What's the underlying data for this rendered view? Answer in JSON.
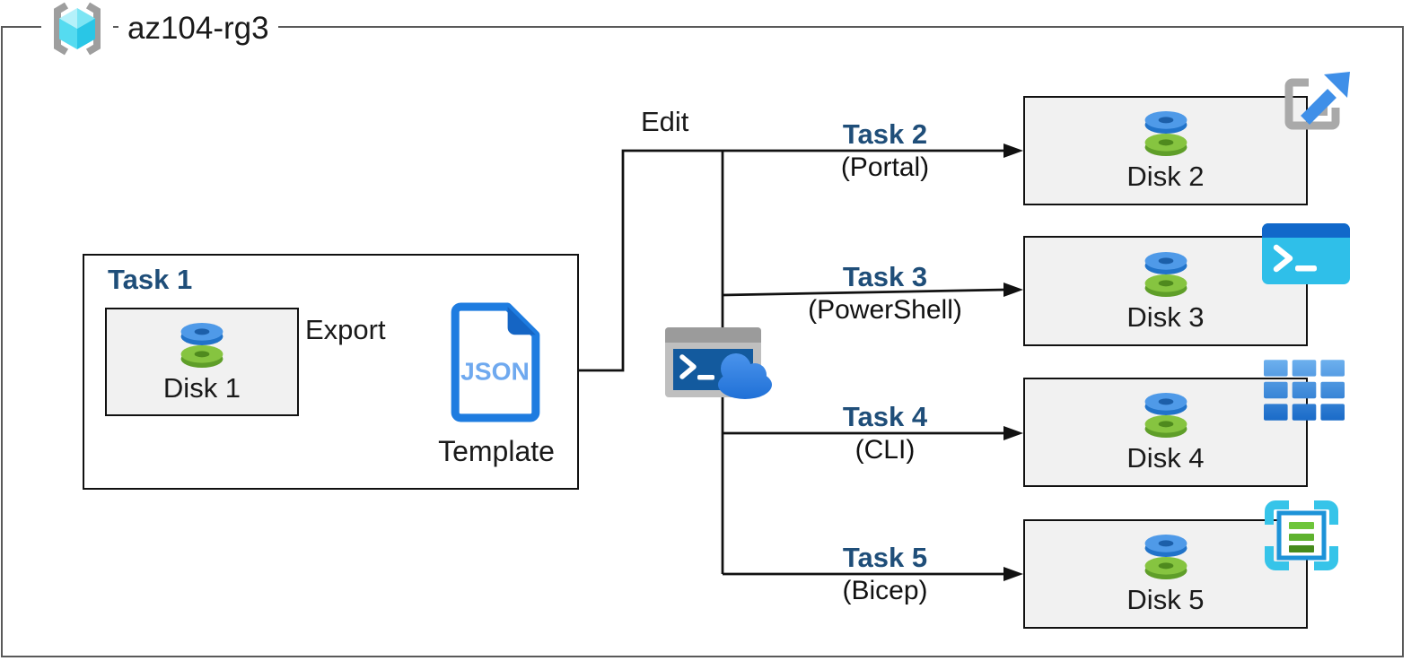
{
  "resource_group": {
    "name": "az104-rg3"
  },
  "task1": {
    "title": "Task 1",
    "disk_label": "Disk 1",
    "export_label": "Export",
    "template": {
      "file_type": "JSON",
      "label": "Template"
    }
  },
  "edit_label": "Edit",
  "tasks": [
    {
      "title": "Task 2",
      "method": "(Portal)",
      "disk_label": "Disk 2"
    },
    {
      "title": "Task 3",
      "method": "(PowerShell)",
      "disk_label": "Disk 3"
    },
    {
      "title": "Task 4",
      "method": "(CLI)",
      "disk_label": "Disk 4"
    },
    {
      "title": "Task 5",
      "method": "(Bicep)",
      "disk_label": "Disk 5"
    }
  ],
  "icons": {
    "resource-group-icon": "gray braces around cyan cube",
    "managed-disk-icon": "blue disk stacked over green disk",
    "json-file-icon": "blue outlined document with folded corner",
    "cloud-shell-icon": "gray terminal window with blue cloud",
    "azure-portal-icon": "gray open square with blue diagonal arrow",
    "powershell-icon": "cyan terminal window with dark blue title bar",
    "cli-icon": "3x3 grid of blue tiles",
    "bicep-icon": "cyan corner brackets around white sheet with green bars"
  },
  "colors": {
    "task_title": "#1F4E79",
    "outer_border": "#595959",
    "box_border": "#111111",
    "box_fill": "#f1f1f1",
    "disk_blue": "#4f9ae8",
    "disk_green": "#86c440",
    "json_blue": "#1e7ce0",
    "json_text": "#6fa9ef",
    "powershell_cyan": "#2fbfe9",
    "powershell_header": "#1168ca",
    "cli_blue": "#2e7fd6",
    "bicep_cyan": "#36c4e9",
    "portal_arrow": "#3f8fe8",
    "cloud_blue": "#2e80e4",
    "terminal_blue": "#135a9e"
  }
}
